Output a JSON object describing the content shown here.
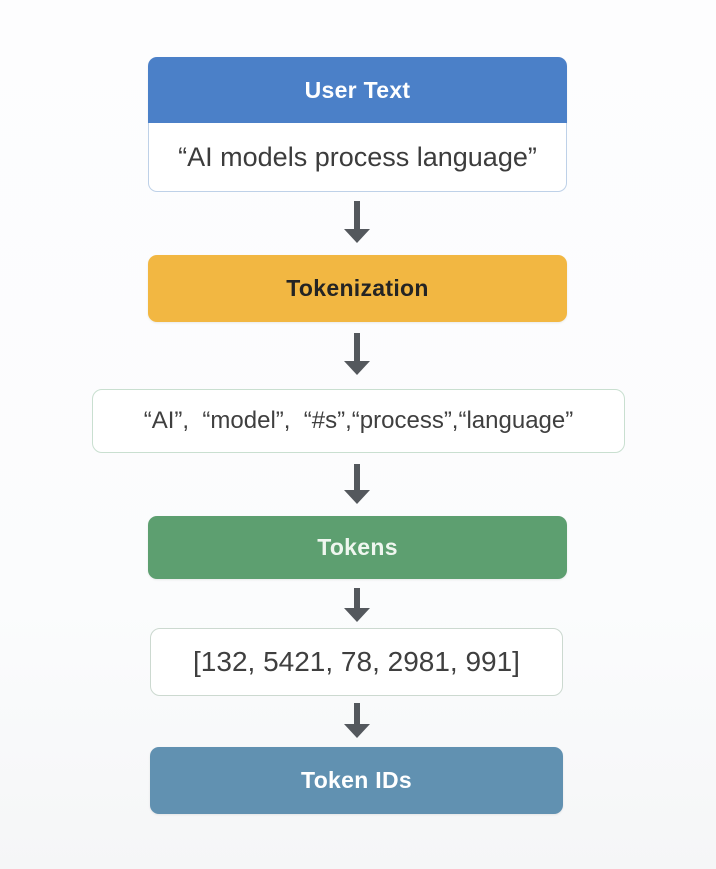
{
  "diagram": {
    "name": "tokenization-flow",
    "arrow_color": "#54585d",
    "user_text": {
      "label": "User Text",
      "header_color": "#4b80c8",
      "value": "“AI models process language”"
    },
    "tokenization": {
      "label": "Tokenization",
      "color": "#f2b742"
    },
    "token_list": {
      "value": "“AI”,  “model”,  “#s”,“process”,“language”",
      "border_color": "#c9dfd0"
    },
    "tokens": {
      "label": "Tokens",
      "color": "#5d9f70"
    },
    "token_id_list": {
      "value": "[132, 5421, 78, 2981, 991]",
      "border_color": "#ccd9d0"
    },
    "token_ids": {
      "label": "Token IDs",
      "color": "#6191b1"
    }
  }
}
